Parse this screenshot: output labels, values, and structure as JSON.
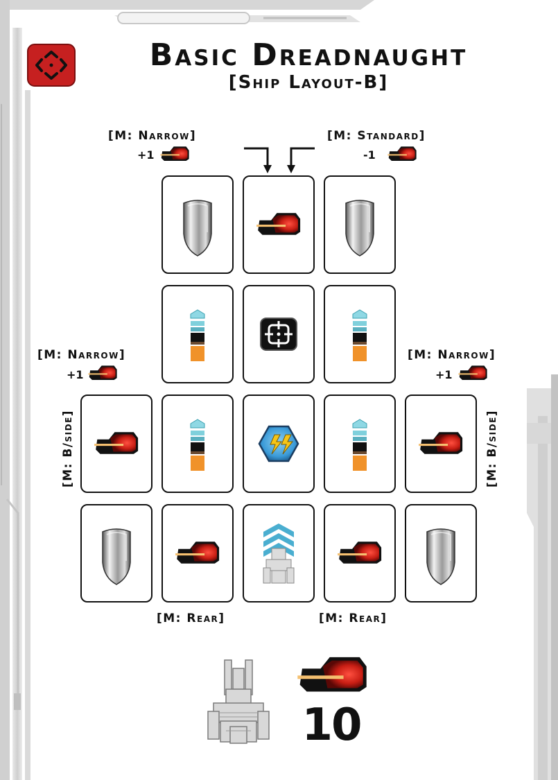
{
  "header": {
    "title": "Basic Dreadnaught",
    "subtitle": "[Ship Layout-B]",
    "badge_icon": "target-reticle-icon",
    "badge_color": "#c62020"
  },
  "labels": {
    "top_left": "[M: Narrow]",
    "top_left_mod": "+1",
    "top_right": "[M: Standard]",
    "top_right_mod": "-1",
    "mid_left": "[M: Narrow]",
    "mid_left_mod": "+1",
    "mid_right": "[M: Narrow]",
    "mid_right_mod": "+1",
    "side_left": "[M: B/side]",
    "side_right": "[M: B/side]",
    "bottom_left": "[M: Rear]",
    "bottom_right": "[M: Rear]"
  },
  "grid": {
    "rows": [
      [
        "empty",
        "shield",
        "cannon",
        "shield",
        "empty"
      ],
      [
        "empty",
        "engine",
        "targeting",
        "engine",
        "empty"
      ],
      [
        "cannon",
        "engine",
        "power",
        "engine",
        "cannon"
      ],
      [
        "shield",
        "cannon",
        "command",
        "cannon",
        "shield"
      ]
    ]
  },
  "footer": {
    "cost": "10",
    "ship_icon": "dreadnaught-ship-icon",
    "weapon_icon": "cannon-icon"
  },
  "colors": {
    "cannon_red": "#c81e14",
    "engine_cyan": "#7fd0dc",
    "engine_orange": "#f0922a",
    "power_blue": "#3a9ad8",
    "power_bolt": "#f5c518"
  }
}
